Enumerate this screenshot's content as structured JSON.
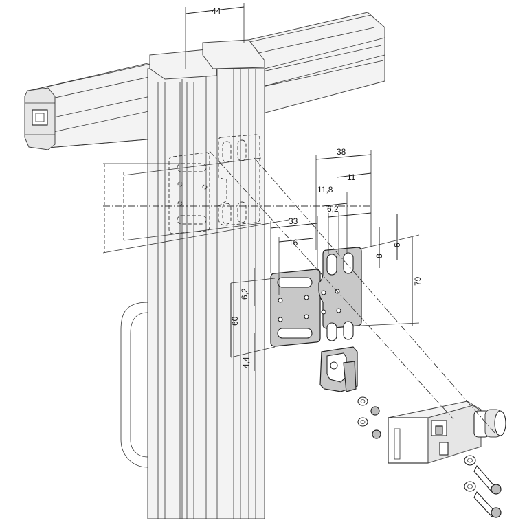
{
  "dimensions": {
    "profile_width": "44",
    "plate_offset": "33",
    "hole_spacing_h": "16",
    "width_38": "38",
    "dim_11_8": "11,8",
    "dim_11": "11",
    "slot_6_2_top": "6,2",
    "slot_6_2_left": "6,2",
    "height_60": "60",
    "height_79": "79",
    "offset_8": "8",
    "offset_6": "6",
    "offset_4_4": "4,4"
  }
}
